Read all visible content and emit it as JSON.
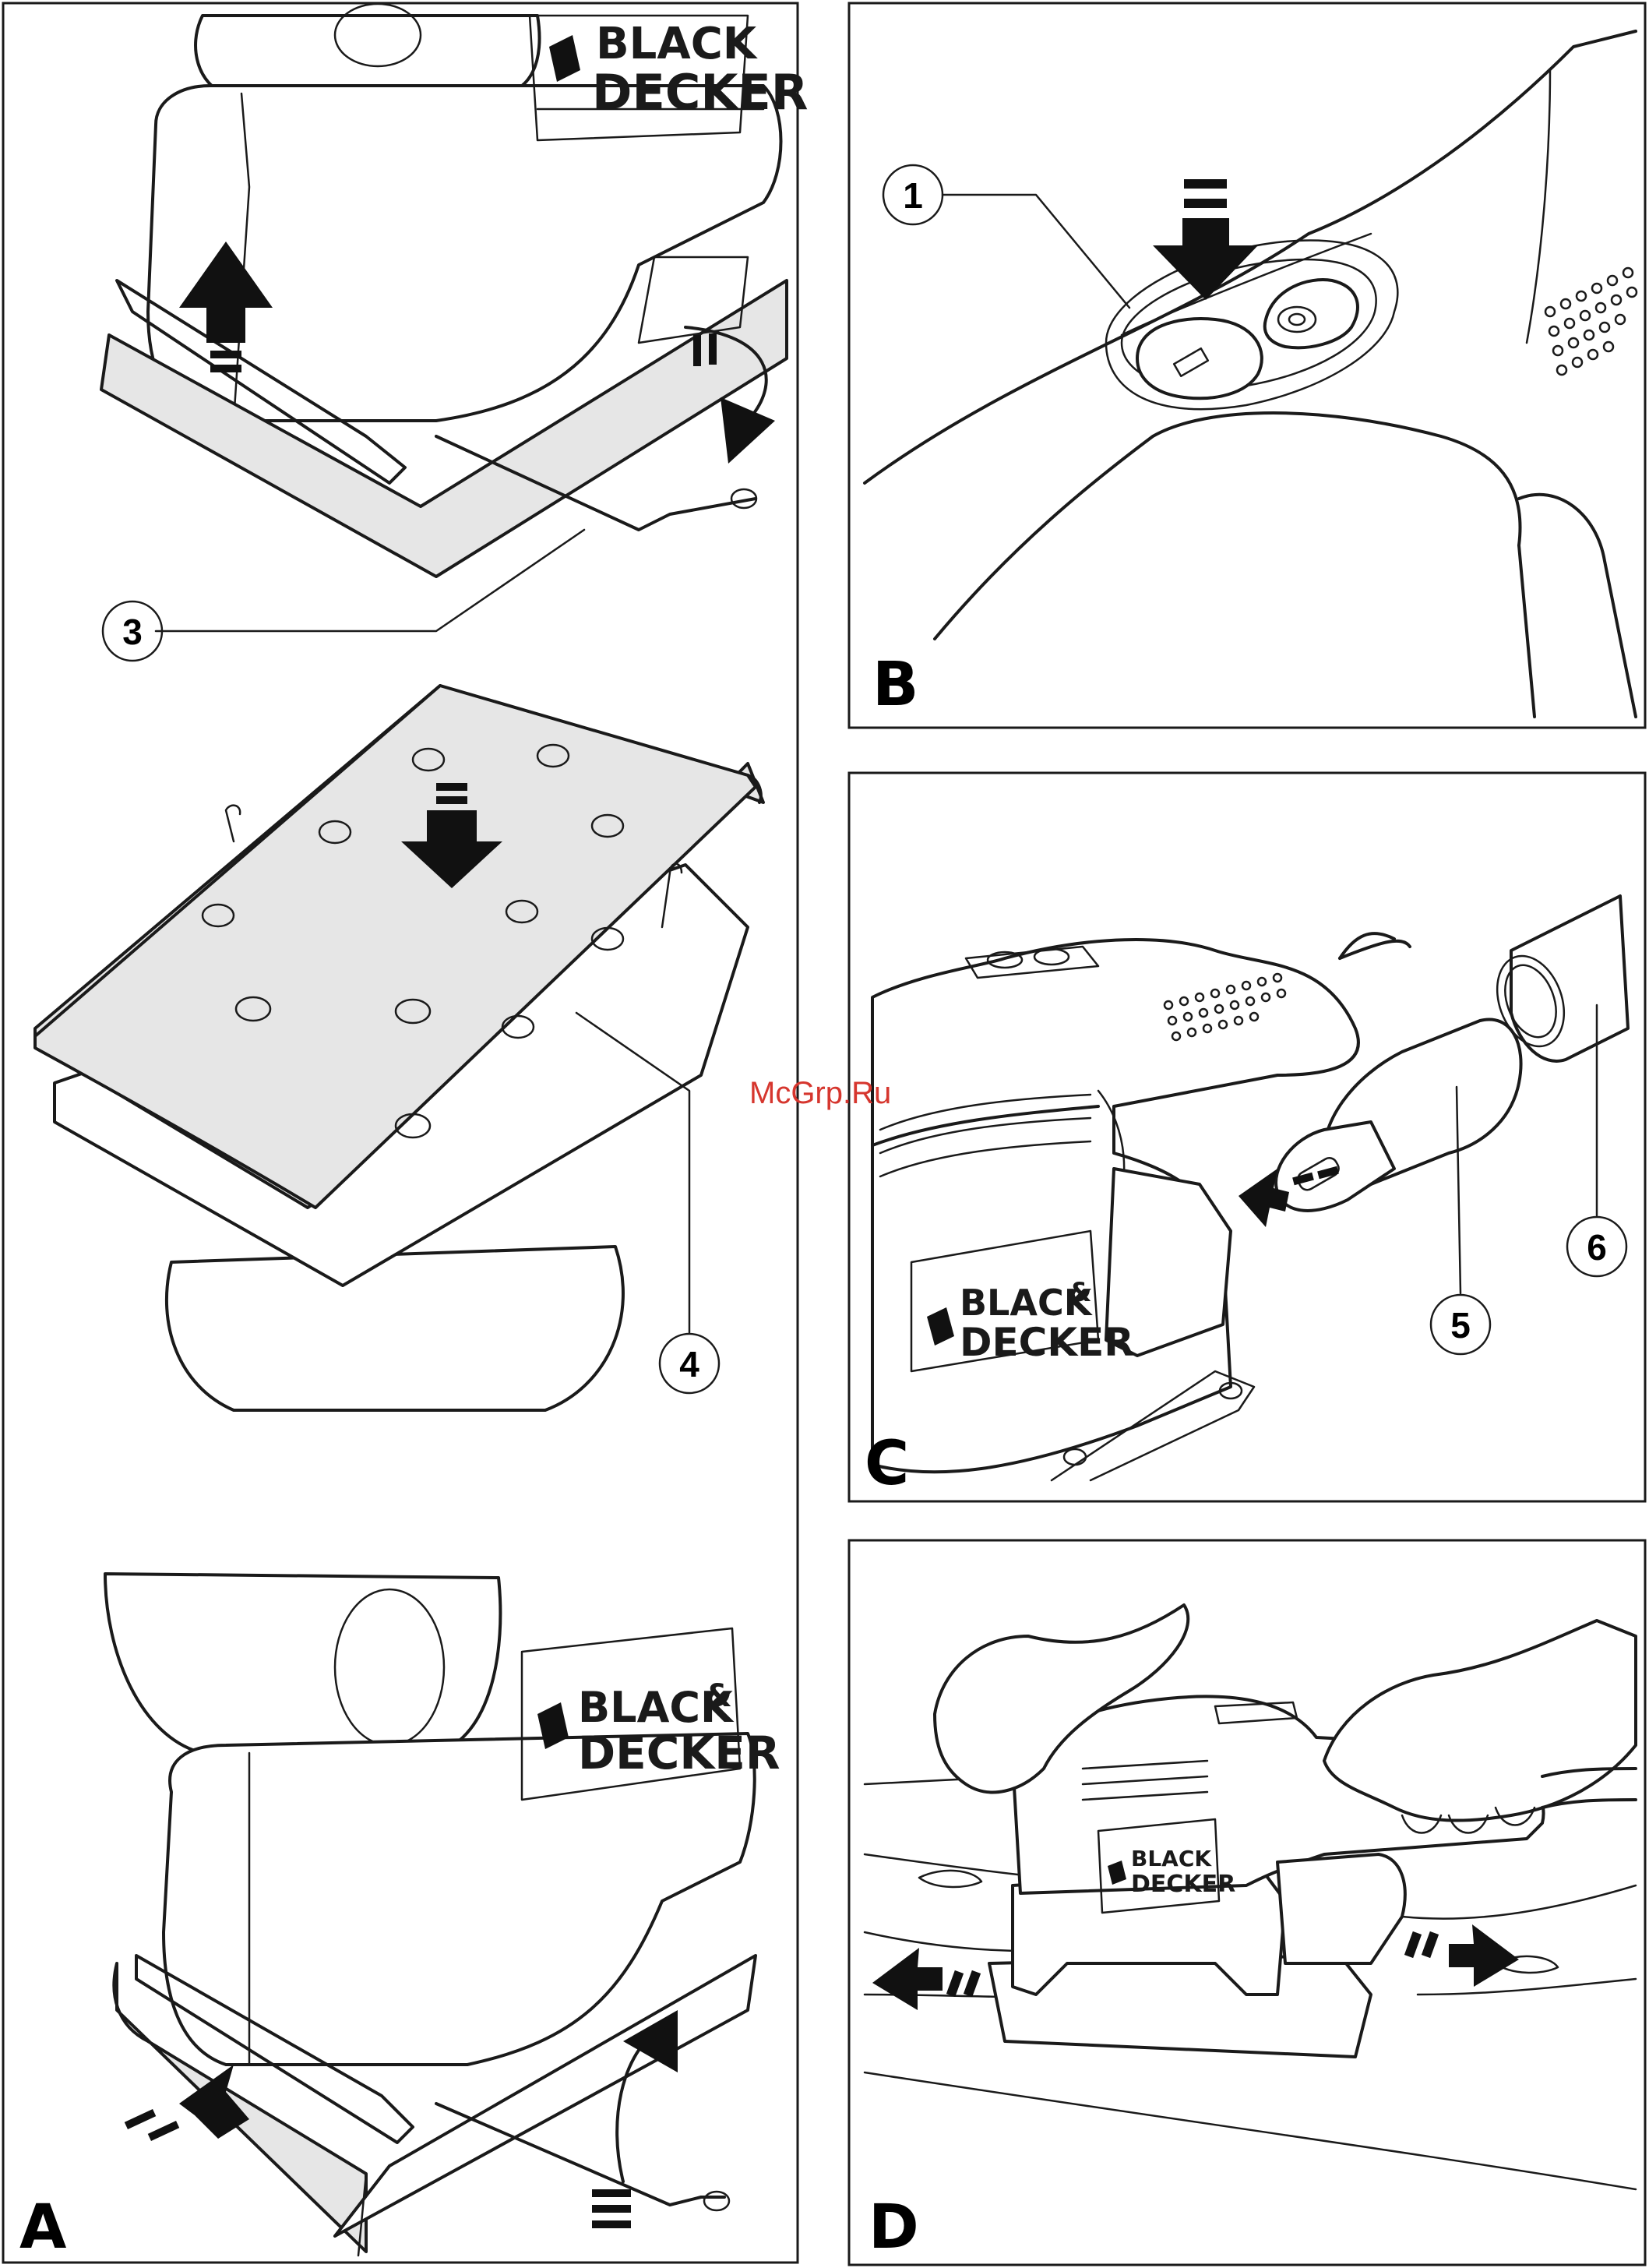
{
  "panels": [
    {
      "id": "A",
      "label": "A"
    },
    {
      "id": "B",
      "label": "B"
    },
    {
      "id": "C",
      "label": "C"
    },
    {
      "id": "D",
      "label": "D"
    }
  ],
  "callouts": [
    {
      "id": "c1",
      "number": "1"
    },
    {
      "id": "c3",
      "number": "3"
    },
    {
      "id": "c4",
      "number": "4"
    },
    {
      "id": "c5",
      "number": "5"
    },
    {
      "id": "c6",
      "number": "6"
    }
  ],
  "brand": {
    "line1": "BLACK",
    "amp": "&",
    "line2": "DECKER"
  },
  "watermark": "McGrp.Ru",
  "colors": {
    "watermark": "#d6362e",
    "paper": "#e6e6e6",
    "ink": "#1a1a1a"
  }
}
